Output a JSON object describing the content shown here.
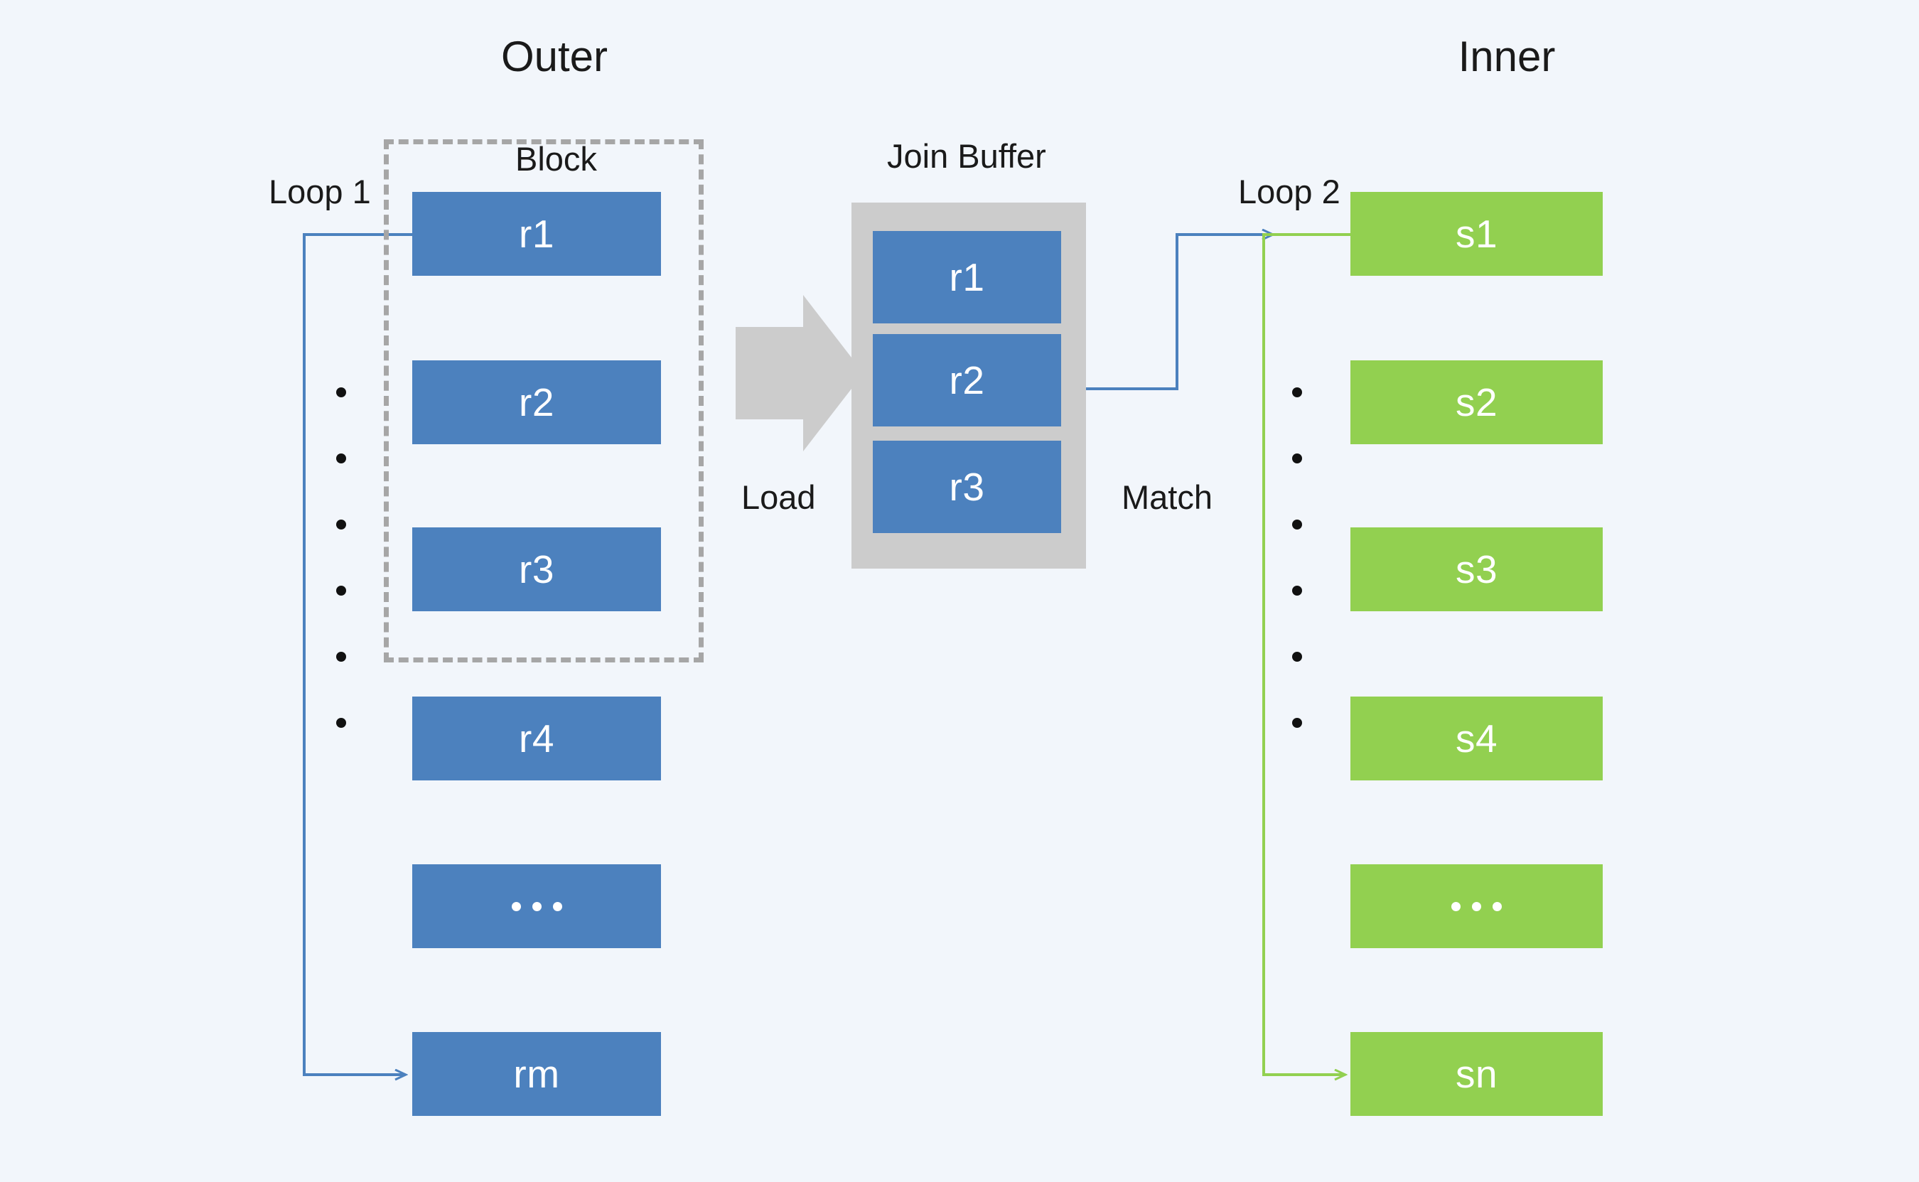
{
  "headers": {
    "outer": "Outer",
    "inner": "Inner"
  },
  "labels": {
    "block": "Block",
    "join_buffer": "Join Buffer",
    "loop1": "Loop 1",
    "loop2": "Loop 2",
    "load": "Load",
    "match": "Match"
  },
  "colors": {
    "background": "#f2f6fb",
    "outer_row": "#4C81BE",
    "inner_row": "#92D050",
    "buffer": "#cccccc",
    "block_border": "#a6a6a6",
    "loop1_wire": "#4C81BE",
    "loop2_wire": "#92D050",
    "feed_wire": "#4C81BE",
    "text": "#1a1a1a",
    "row_text": "#ffffff"
  },
  "outer_table": {
    "name": "Outer",
    "rows": [
      {
        "id": "r1",
        "label": "r1",
        "in_block": true
      },
      {
        "id": "r2",
        "label": "r2",
        "in_block": true
      },
      {
        "id": "r3",
        "label": "r3",
        "in_block": true
      },
      {
        "id": "r4",
        "label": "r4",
        "in_block": false
      },
      {
        "id": "rdots",
        "label": "...",
        "in_block": false,
        "ellipsis": true
      },
      {
        "id": "rm",
        "label": "rm",
        "in_block": false
      }
    ],
    "ellipsis_dots": 6
  },
  "join_buffer": {
    "name": "Join Buffer",
    "rows": [
      {
        "id": "jb_r1",
        "label": "r1"
      },
      {
        "id": "jb_r2",
        "label": "r2"
      },
      {
        "id": "jb_r3",
        "label": "r3"
      }
    ]
  },
  "inner_table": {
    "name": "Inner",
    "rows": [
      {
        "id": "s1",
        "label": "s1"
      },
      {
        "id": "s2",
        "label": "s2"
      },
      {
        "id": "s3",
        "label": "s3"
      },
      {
        "id": "s4",
        "label": "s4"
      },
      {
        "id": "sdots",
        "label": "...",
        "ellipsis": true
      },
      {
        "id": "sn",
        "label": "sn"
      }
    ],
    "ellipsis_dots": 6
  },
  "arrows": {
    "load": {
      "label": "Load",
      "from": "block",
      "to": "join_buffer",
      "style": "block-arrow"
    },
    "match": {
      "label": "Match",
      "from": "join_buffer",
      "to": "inner_table",
      "style": "line-arrow"
    },
    "loop1": {
      "label": "Loop 1",
      "from": "r1",
      "to": "rm",
      "style": "line-arrow"
    },
    "loop2": {
      "label": "Loop 2",
      "from": "s1",
      "to": "sn",
      "style": "line-arrow"
    }
  }
}
